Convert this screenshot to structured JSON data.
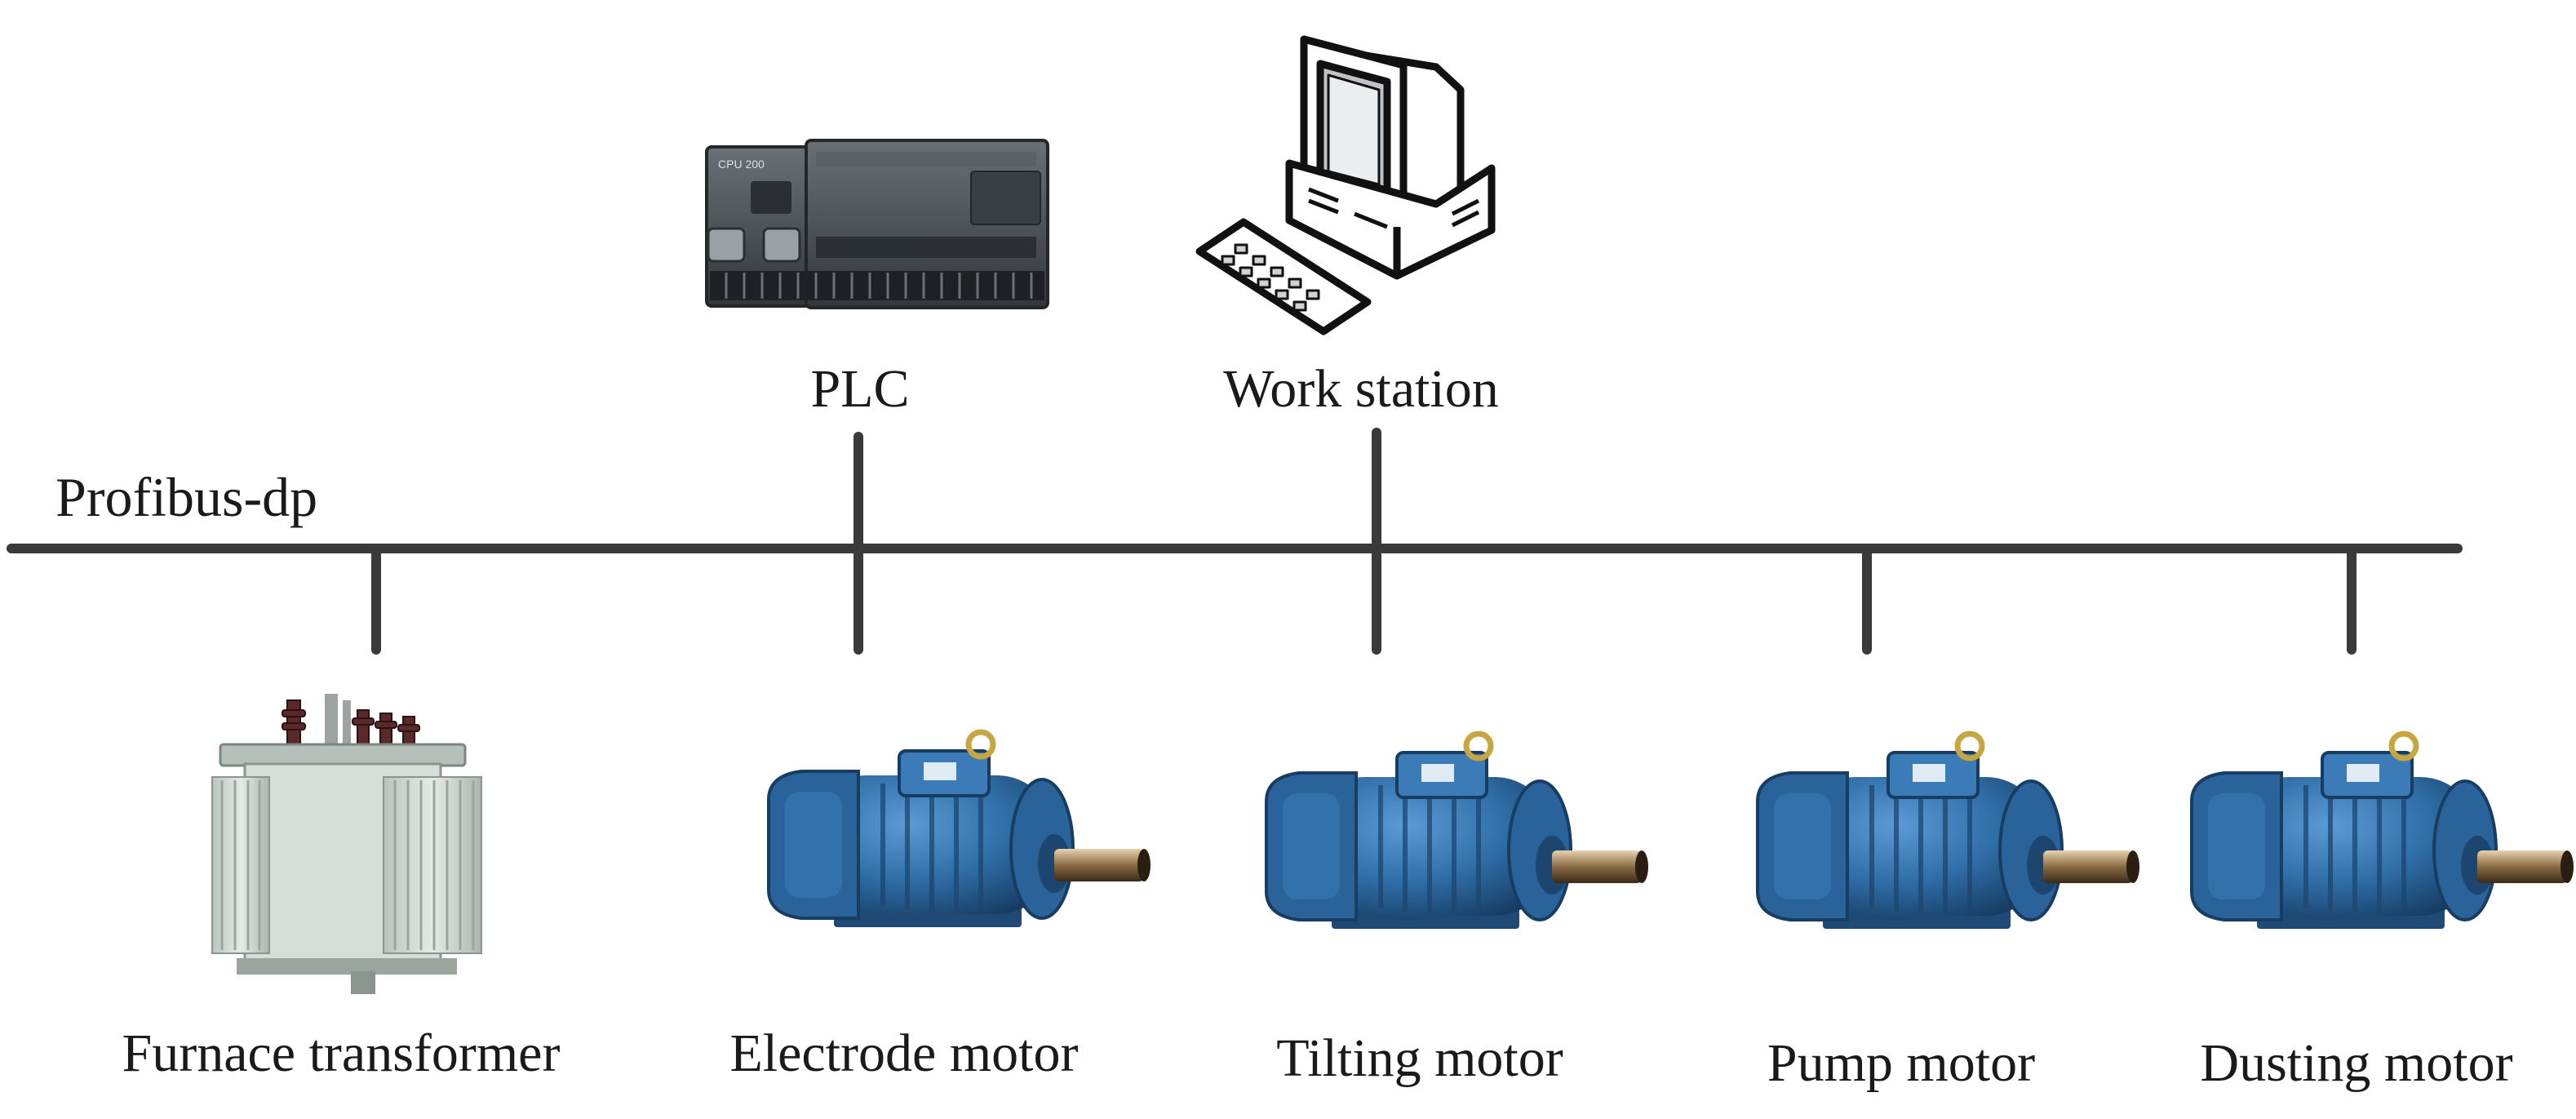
{
  "bus": {
    "label": "Profibus-dp"
  },
  "nodes_top": [
    {
      "id": "plc",
      "label": "PLC",
      "icon": "plc-icon"
    },
    {
      "id": "work-station",
      "label": "Work station",
      "icon": "computer-icon"
    }
  ],
  "nodes_bottom": [
    {
      "id": "furnace-transformer",
      "label": "Furnace transformer",
      "icon": "transformer-icon"
    },
    {
      "id": "electrode-motor",
      "label": "Electrode motor",
      "icon": "motor-icon"
    },
    {
      "id": "tilting-motor",
      "label": "Tilting motor",
      "icon": "motor-icon"
    },
    {
      "id": "pump-motor",
      "label": "Pump motor",
      "icon": "motor-icon"
    },
    {
      "id": "dusting-motor",
      "label": "Dusting motor",
      "icon": "motor-icon"
    }
  ],
  "colors": {
    "bus_line": "#3a3a3a",
    "motor_body": "#2f6da6",
    "plc_body": "#4a4f55",
    "transformer_body": "#cfd8d2"
  },
  "plc_marking": "CPU 200"
}
